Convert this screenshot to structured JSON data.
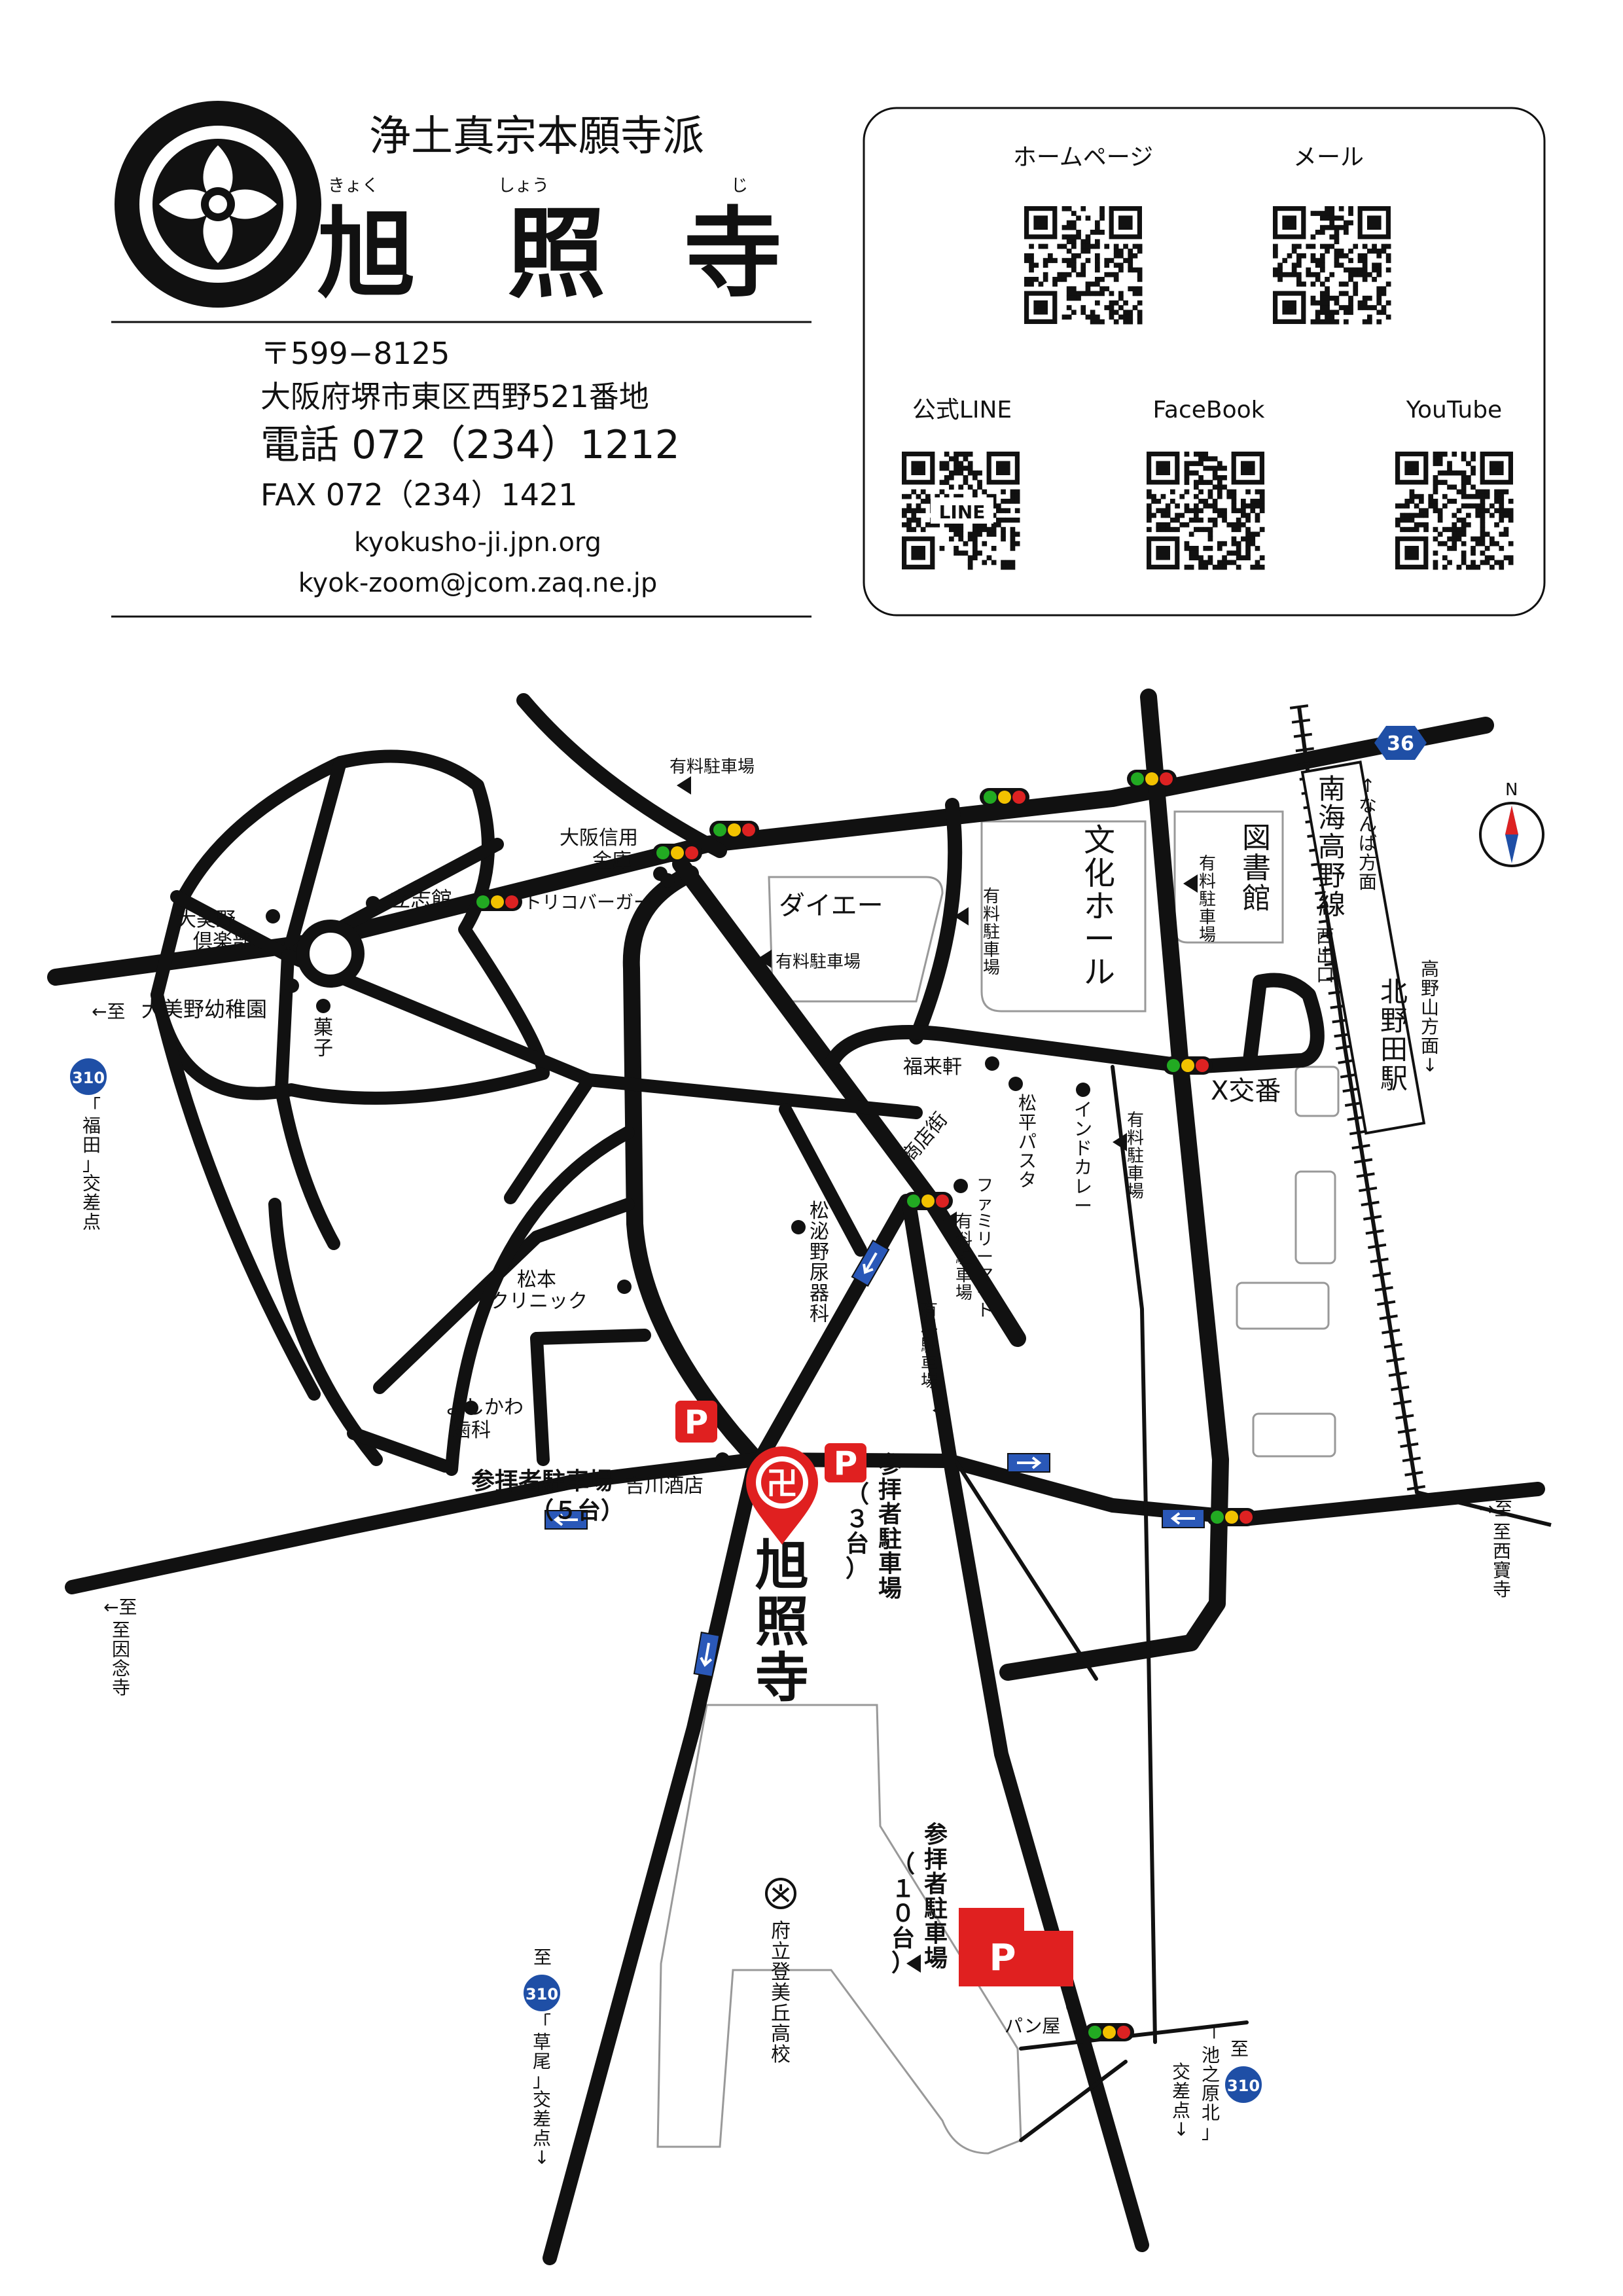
{
  "header": {
    "sect": "浄土真宗本願寺派",
    "temple_name": [
      "旭",
      "照",
      "寺"
    ],
    "furigana": [
      "きょく",
      "しょう",
      "じ"
    ],
    "postal": "〒599−8125",
    "address": "大阪府堺市東区西野521番地",
    "phone": "電話 072（234）1212",
    "fax": "FAX 072（234）1421",
    "website": "kyokusho-ji.jpn.org",
    "email": "kyok-zoom@jcom.zaq.ne.jp"
  },
  "qr_codes": [
    {
      "label": "ホームページ"
    },
    {
      "label": "メール"
    },
    {
      "label": "公式LINE",
      "badge": "LINE"
    },
    {
      "label": "FaceBook"
    },
    {
      "label": "YouTube"
    }
  ],
  "map": {
    "compass": "N",
    "route_36": "36",
    "route_310": "310",
    "landmarks": {
      "paid_parking": "有料駐車場",
      "daiei": "ダイエー",
      "bunka_hall": "文化ホール",
      "library": "図書館",
      "rishikan": "立志館",
      "omino_club": "大美野倶楽部",
      "omino_kindergarten": "大美野幼稚園",
      "kashi": "菓子",
      "osaka_shinkin": "大阪信用金庫",
      "trico_burger": "トリコバーガー",
      "fukuraiken": "福来軒",
      "matsuhira_pasta": "松平パスタ",
      "indo_curry": "インドカレー",
      "koban": "X交番",
      "shotengai": "商店街",
      "family_mart": "ファミリーマート",
      "matsuno_urology": "松泌野尿器科",
      "matsumoto_clinic": "松本クリニック",
      "yoshikawa_dental": "よしかわ歯科",
      "yoshikawa_sake": "吉川酒店",
      "temple_label": "旭照寺",
      "school": "府立登美丘高校",
      "bakery": "パン屋",
      "nishi_exit": "西出口",
      "station": "北野田駅",
      "line": "南海高野線"
    },
    "parking": {
      "p5": "参拝者駐車場",
      "p5_count": "（５台）",
      "p3": "参拝者駐車場",
      "p3_count": "（３台）",
      "p10": "参拝者駐車場",
      "p10_count": "（１０台）",
      "p_mark": "P"
    },
    "directions": {
      "namba": "↑なんば方面",
      "koyasan": "高野山方面↓",
      "fukuda_to": "←至",
      "fukuda": "「福田」交差点",
      "innenji": "←至因念寺",
      "saihoji": "→至西寶寺",
      "kusao_to": "至",
      "kusao": "「草尾」交差点↓",
      "ikenohara_to": "至",
      "ikenohara": "「池之原北」交差点↓"
    },
    "colors": {
      "road": "#111111",
      "parking_red": "#e02020",
      "oneway_blue": "#2a58b8",
      "signal_green": "#22aa22",
      "signal_yellow": "#f2c200",
      "signal_red": "#dd2222",
      "route_blue": "#1f4fa6"
    }
  }
}
